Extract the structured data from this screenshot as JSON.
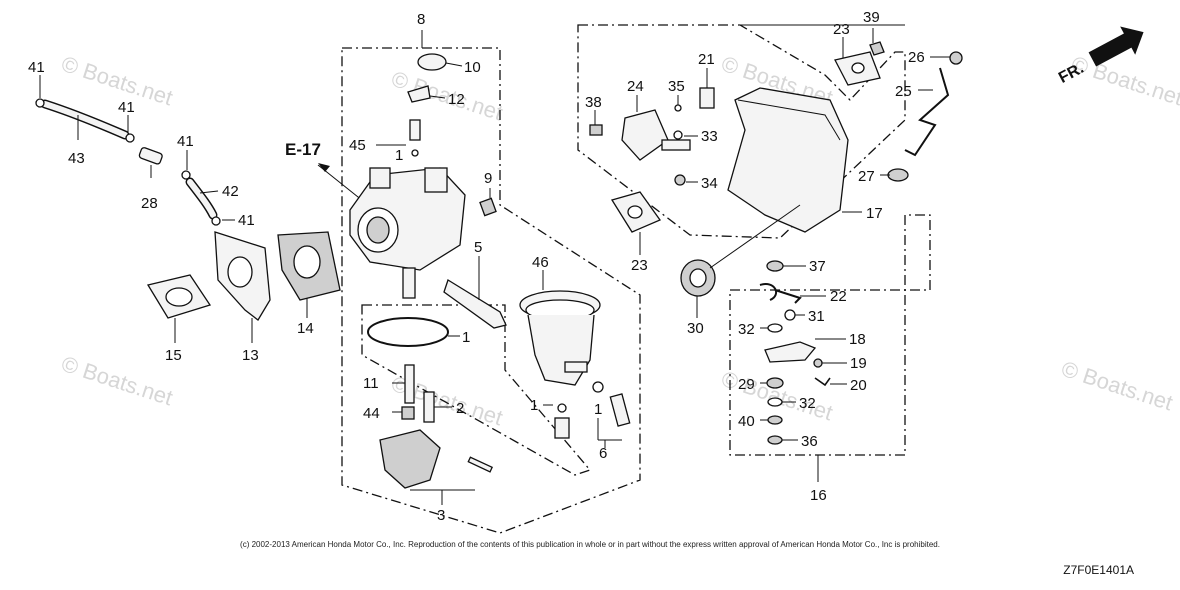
{
  "watermark": "© Boats.net",
  "fr_label": "FR.",
  "ref_label": "E-17",
  "copyright": "(c) 2002-2013 American Honda Motor Co., Inc. Reproduction of the contents of this publication in whole or in part without the express written approval of American Honda Motor Co., Inc is prohibited.",
  "diagram_code": "Z7F0E1401A",
  "callouts": {
    "c1a": "1",
    "c1b": "1",
    "c1c": "1",
    "c1d": "1",
    "c2": "2",
    "c3": "3",
    "c5": "5",
    "c6": "6",
    "c8": "8",
    "c9": "9",
    "c10": "10",
    "c11": "11",
    "c12": "12",
    "c13": "13",
    "c14": "14",
    "c15": "15",
    "c16": "16",
    "c17": "17",
    "c18": "18",
    "c19": "19",
    "c20": "20",
    "c21": "21",
    "c22": "22",
    "c23a": "23",
    "c23b": "23",
    "c24": "24",
    "c25": "25",
    "c26": "26",
    "c27": "27",
    "c28": "28",
    "c29": "29",
    "c30": "30",
    "c31": "31",
    "c32a": "32",
    "c32b": "32",
    "c33": "33",
    "c34": "34",
    "c35": "35",
    "c36": "36",
    "c37": "37",
    "c38": "38",
    "c39": "39",
    "c40": "40",
    "c41a": "41",
    "c41b": "41",
    "c41c": "41",
    "c41d": "41",
    "c42": "42",
    "c43": "43",
    "c44": "44",
    "c45": "45",
    "c46": "46"
  }
}
